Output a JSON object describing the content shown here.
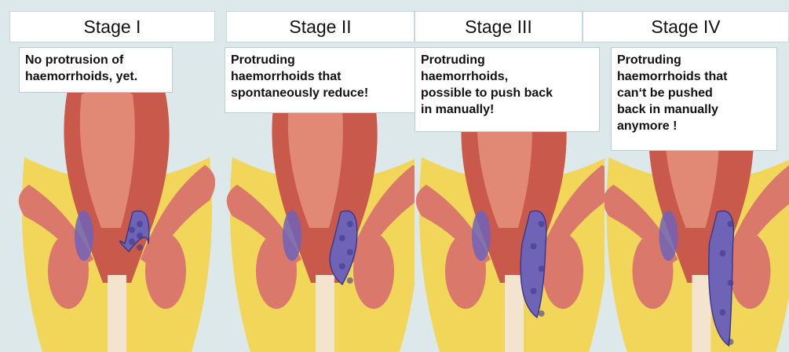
{
  "stages": [
    {
      "title": "Stage I",
      "note": "No protrusion of\nhaemorrhoids, yet.",
      "icon": "anatomy-stage-1-illustration",
      "prolapse": 0
    },
    {
      "title": "Stage II",
      "note": "Protruding\nhaemorrhoids that\nspontaneously reduce!",
      "icon": "anatomy-stage-2-illustration",
      "prolapse": 0.35
    },
    {
      "title": "Stage III",
      "note": "Protruding\nhaemorrhoids,\npossible to push back\nin manually!",
      "icon": "anatomy-stage-3-illustration",
      "prolapse": 0.7
    },
    {
      "title": "Stage IV",
      "note": "Protruding\nhaemorrhoids that\ncan‘t be pushed\nback in manually\nanymore !",
      "icon": "anatomy-stage-4-illustration",
      "prolapse": 1
    }
  ],
  "colors": {
    "background": "#dde8ea",
    "fat": "#f2d65a",
    "muscle": "#d9786b",
    "rectum": "#c9594a",
    "rectum_light": "#e99a84",
    "vein": "#6f63b8",
    "vein_dark": "#3d3a87"
  }
}
